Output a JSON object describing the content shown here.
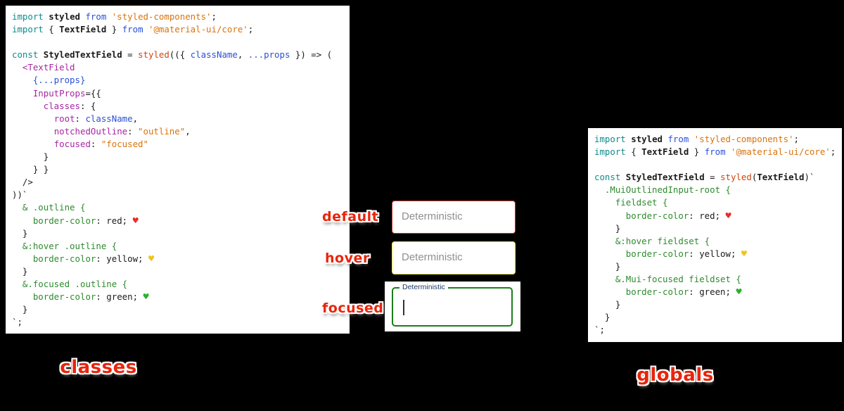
{
  "syntax_colors": {
    "c-kw": "#0e8c8c",
    "c-mod": "#2850d8",
    "c-str": "#d9730d",
    "c-pu": "#a626a4",
    "c-fn": "#d0450e",
    "c-se": "#2e8b2e",
    "c-heart-red": "#e82c2c",
    "c-heart-yellow": "#f0c419",
    "c-heart-green": "#2daf2d",
    "accent": "#e8250c"
  },
  "code_left": {
    "lines": [
      [
        [
          "kw",
          "import"
        ],
        [
          "pl",
          " "
        ],
        [
          "bl",
          "styled"
        ],
        [
          "pl",
          " "
        ],
        [
          "mod",
          "from"
        ],
        [
          "pl",
          " "
        ],
        [
          "str",
          "'styled-components'"
        ],
        [
          "pl",
          ";"
        ]
      ],
      [
        [
          "kw",
          "import"
        ],
        [
          "pl",
          " { "
        ],
        [
          "bl",
          "TextField"
        ],
        [
          "pl",
          " } "
        ],
        [
          "mod",
          "from"
        ],
        [
          "pl",
          " "
        ],
        [
          "str",
          "'@material-ui/core'"
        ],
        [
          "pl",
          ";"
        ]
      ],
      [],
      [
        [
          "kw",
          "const"
        ],
        [
          "pl",
          " "
        ],
        [
          "bl",
          "StyledTextField"
        ],
        [
          "pl",
          " = "
        ],
        [
          "fn",
          "styled"
        ],
        [
          "pl",
          "(({ "
        ],
        [
          "mod",
          "className"
        ],
        [
          "pl",
          ", "
        ],
        [
          "mod",
          "...props"
        ],
        [
          "pl",
          " }) => ("
        ]
      ],
      [
        [
          "pl",
          "  "
        ],
        [
          "pu",
          "<TextField"
        ]
      ],
      [
        [
          "pl",
          "    "
        ],
        [
          "mod",
          "{...props}"
        ]
      ],
      [
        [
          "pl",
          "    "
        ],
        [
          "pu",
          "InputProps"
        ],
        [
          "pl",
          "={{"
        ]
      ],
      [
        [
          "pl",
          "      "
        ],
        [
          "pu",
          "classes"
        ],
        [
          "pl",
          ": {"
        ]
      ],
      [
        [
          "pl",
          "        "
        ],
        [
          "pu",
          "root"
        ],
        [
          "pl",
          ": "
        ],
        [
          "mod",
          "className"
        ],
        [
          "pl",
          ","
        ]
      ],
      [
        [
          "pl",
          "        "
        ],
        [
          "pu",
          "notchedOutline"
        ],
        [
          "pl",
          ": "
        ],
        [
          "str",
          "\"outline\""
        ],
        [
          "pl",
          ","
        ]
      ],
      [
        [
          "pl",
          "        "
        ],
        [
          "pu",
          "focused"
        ],
        [
          "pl",
          ": "
        ],
        [
          "str",
          "\"focused\""
        ]
      ],
      [
        [
          "pl",
          "      }"
        ]
      ],
      [
        [
          "pl",
          "    } }"
        ]
      ],
      [
        [
          "pl",
          "  />"
        ]
      ],
      [
        [
          "pl",
          "))`"
        ]
      ],
      [
        [
          "pl",
          "  "
        ],
        [
          "se",
          "& .outline {"
        ]
      ],
      [
        [
          "pl",
          "    "
        ],
        [
          "se",
          "border-color"
        ],
        [
          "pl",
          ": red; "
        ],
        [
          "hr",
          "♥"
        ]
      ],
      [
        [
          "pl",
          "  }"
        ]
      ],
      [
        [
          "pl",
          "  "
        ],
        [
          "se",
          "&:hover .outline {"
        ]
      ],
      [
        [
          "pl",
          "    "
        ],
        [
          "se",
          "border-color"
        ],
        [
          "pl",
          ": yellow; "
        ],
        [
          "hy",
          "♥"
        ]
      ],
      [
        [
          "pl",
          "  }"
        ]
      ],
      [
        [
          "pl",
          "  "
        ],
        [
          "se",
          "&.focused .outline {"
        ]
      ],
      [
        [
          "pl",
          "    "
        ],
        [
          "se",
          "border-color"
        ],
        [
          "pl",
          ": green; "
        ],
        [
          "hg",
          "♥"
        ]
      ],
      [
        [
          "pl",
          "  }"
        ]
      ],
      [
        [
          "pl",
          "`;"
        ]
      ]
    ]
  },
  "code_right": {
    "lines": [
      [
        [
          "kw",
          "import"
        ],
        [
          "pl",
          " "
        ],
        [
          "bl",
          "styled"
        ],
        [
          "pl",
          " "
        ],
        [
          "mod",
          "from"
        ],
        [
          "pl",
          " "
        ],
        [
          "str",
          "'styled-components'"
        ],
        [
          "pl",
          ";"
        ]
      ],
      [
        [
          "kw",
          "import"
        ],
        [
          "pl",
          " { "
        ],
        [
          "bl",
          "TextField"
        ],
        [
          "pl",
          " } "
        ],
        [
          "mod",
          "from"
        ],
        [
          "pl",
          " "
        ],
        [
          "str",
          "'@material-ui/core'"
        ],
        [
          "pl",
          ";"
        ]
      ],
      [],
      [
        [
          "kw",
          "const"
        ],
        [
          "pl",
          " "
        ],
        [
          "bl",
          "StyledTextField"
        ],
        [
          "pl",
          " = "
        ],
        [
          "fn",
          "styled"
        ],
        [
          "pl",
          "("
        ],
        [
          "bl",
          "TextField"
        ],
        [
          "pl",
          ")`"
        ]
      ],
      [
        [
          "pl",
          "  "
        ],
        [
          "se",
          ".MuiOutlinedInput-root {"
        ]
      ],
      [
        [
          "pl",
          "    "
        ],
        [
          "se",
          "fieldset {"
        ]
      ],
      [
        [
          "pl",
          "      "
        ],
        [
          "se",
          "border-color"
        ],
        [
          "pl",
          ": red; "
        ],
        [
          "hr",
          "♥"
        ]
      ],
      [
        [
          "pl",
          "    }"
        ]
      ],
      [
        [
          "pl",
          "    "
        ],
        [
          "se",
          "&:hover fieldset {"
        ]
      ],
      [
        [
          "pl",
          "      "
        ],
        [
          "se",
          "border-color"
        ],
        [
          "pl",
          ": yellow; "
        ],
        [
          "hy",
          "♥"
        ]
      ],
      [
        [
          "pl",
          "    }"
        ]
      ],
      [
        [
          "pl",
          "    "
        ],
        [
          "se",
          "&.Mui-focused fieldset {"
        ]
      ],
      [
        [
          "pl",
          "      "
        ],
        [
          "se",
          "border-color"
        ],
        [
          "pl",
          ": green; "
        ],
        [
          "hg",
          "♥"
        ]
      ],
      [
        [
          "pl",
          "    }"
        ]
      ],
      [
        [
          "pl",
          "  }"
        ]
      ],
      [
        [
          "pl",
          "`;"
        ]
      ]
    ]
  },
  "states": {
    "default": {
      "label": "default",
      "text": "Deterministic",
      "border_color": "#c53a2e"
    },
    "hover": {
      "label": "hover",
      "text": "Deterministic",
      "border_color": "#efe23e"
    },
    "focused": {
      "label": "focused",
      "float_label": "Deterministic",
      "border_color": "#1b7e1b"
    }
  },
  "captions": {
    "left": "classes",
    "right": "globals"
  }
}
